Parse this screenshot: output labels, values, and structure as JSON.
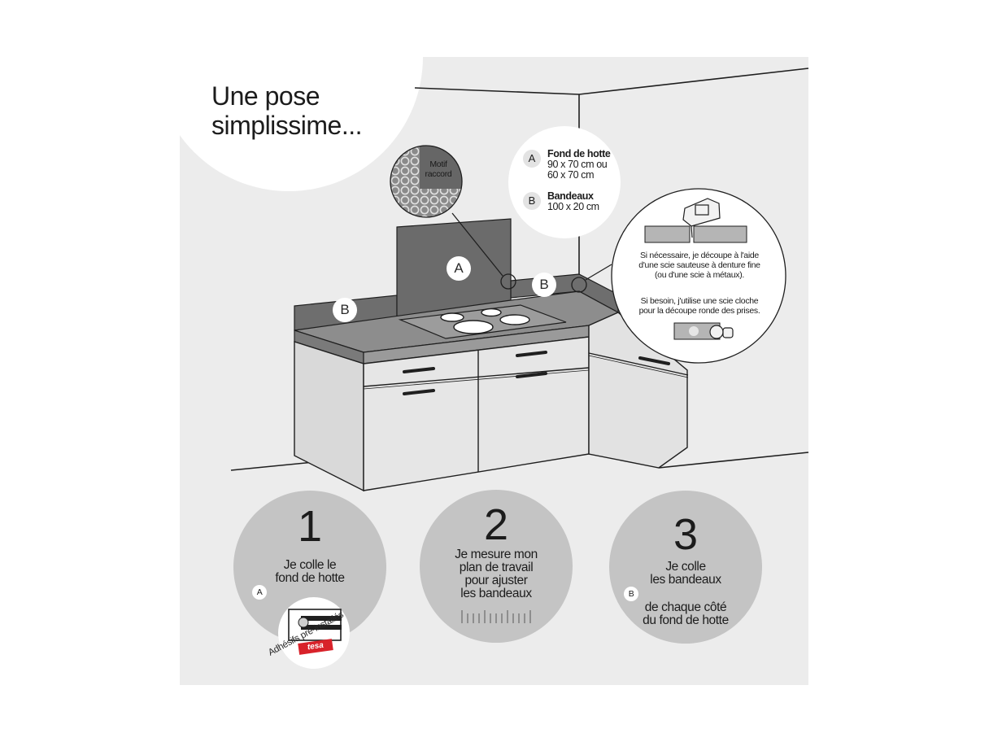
{
  "title": {
    "line1": "Une pose",
    "line2": "simplissime..."
  },
  "legend": {
    "items": [
      {
        "badge": "A",
        "name": "Fond de hotte",
        "dims1": "90 x 70 cm ou",
        "dims2": "60 x 70 cm"
      },
      {
        "badge": "B",
        "name": "Bandeaux",
        "dims1": "100 x 20 cm"
      }
    ]
  },
  "motif": {
    "line1": "Motif",
    "line2": "raccord"
  },
  "kitchen": {
    "label_a": "A",
    "label_b_left": "B",
    "label_b_corner": "B"
  },
  "cutting_note": {
    "p1": [
      "Si nécessaire, je découpe à l'aide",
      "d'une scie sauteuse à denture fine",
      "(ou d'une scie à métaux)."
    ],
    "p2": [
      "Si besoin, j'utilise une scie cloche",
      "pour la découpe ronde des prises."
    ]
  },
  "steps": [
    {
      "number": "1",
      "lines": [
        "Je colle le",
        "fond de hotte"
      ],
      "badge": "A"
    },
    {
      "number": "2",
      "lines": [
        "Je mesure mon",
        "plan de travail",
        "pour ajuster",
        "les bandeaux"
      ]
    },
    {
      "number": "3",
      "lines": [
        "Je colle",
        "les bandeaux",
        "de chaque côté",
        "du fond de hotte"
      ],
      "badge": "B"
    }
  ],
  "adhesive": {
    "brand": "tesa",
    "caption": "Adhésifs pré-installés"
  },
  "colors": {
    "background_panel": "#ececec",
    "circle_grey": "#c4c4c4",
    "panel_dark": "#6b6b6b",
    "line": "#1f1f1f"
  }
}
